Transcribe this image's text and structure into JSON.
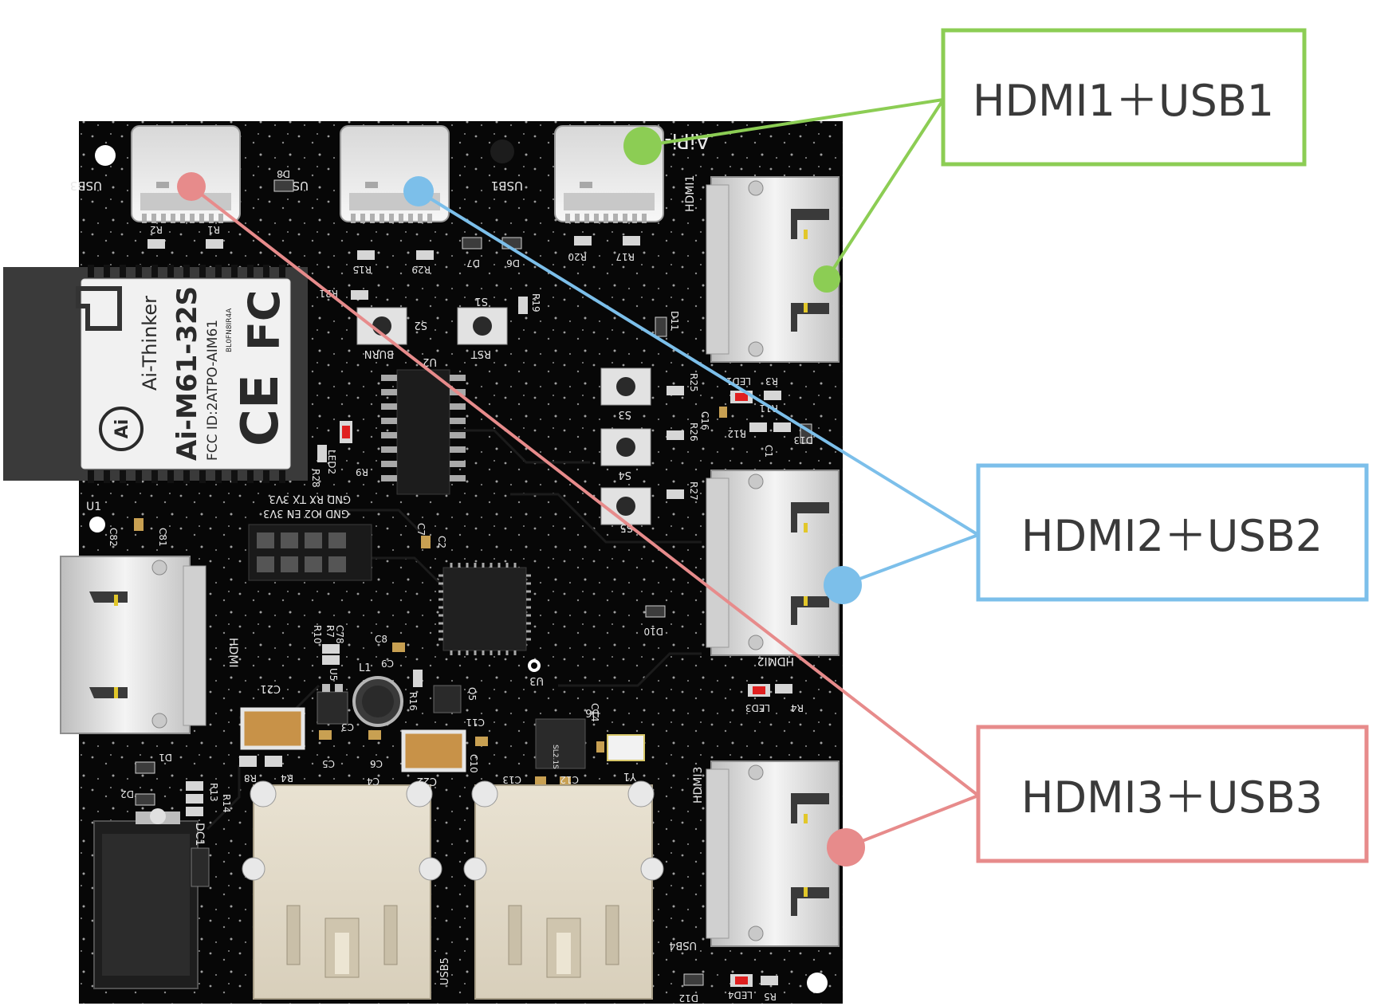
{
  "callouts": [
    {
      "label": "HDMI1＋USB1",
      "color": "#8ccd54"
    },
    {
      "label": "HDMI2＋USB2",
      "color": "#7cbfea"
    },
    {
      "label": "HDMI3＋USB3",
      "color": "#e78b8b"
    }
  ],
  "board": {
    "title": "AiPi-KVM",
    "module": {
      "brand": "Ai-Thinker",
      "model": "Ai-M61-32S",
      "fcc": "FCC ID:2ATPO-AIM61",
      "code": "BL0FN8IR4A",
      "logo": "Ai",
      "ce": "CE",
      "fc": "FC"
    },
    "ports": {
      "usb1": "USB1",
      "usb2": "USB2",
      "usb3": "USB3",
      "usb4": "USB4",
      "usb5": "USB5",
      "hdmi1": "HDMI1",
      "hdmi2": "HDMI2",
      "hdmi3": "HDMI3",
      "hdmi_in": "HDMI",
      "dc": "DC1"
    },
    "buttons": {
      "burn": "BURN",
      "rst": "RST",
      "s1": "S1",
      "s2": "S2",
      "s3": "S3",
      "s4": "S4",
      "s5": "S5"
    },
    "header": {
      "row1": "GND  RX  TX  3V3",
      "row2": "GND IO2  EN  3V3"
    },
    "components": {
      "r1": "R1",
      "r2": "R2",
      "r3": "R3",
      "r4": "R4",
      "r5": "R5",
      "r7": "R7",
      "r8": "R8",
      "r9": "R9",
      "r10": "R10",
      "r11": "R11",
      "r12": "R12",
      "r13": "R13",
      "r14": "R14",
      "r15": "R15",
      "r16": "R16",
      "r17": "R17",
      "r19": "R19",
      "r20": "R20",
      "r21": "R21",
      "r25": "R25",
      "r26": "R26",
      "r27": "R27",
      "r28": "R28",
      "r29": "R29",
      "d1": "D1",
      "d2": "D2",
      "d6": "D6",
      "d7": "D7",
      "d8": "D8",
      "d10": "D10",
      "d11": "D11",
      "d12": "D12",
      "d13": "D13",
      "led1": "LED1",
      "led2": "LED2",
      "led3": "LED3",
      "led4": "LED4",
      "c1": "C1",
      "c2": "C2",
      "c3": "C3",
      "c4": "C4",
      "c5": "C5",
      "c6": "C6",
      "c7": "C7",
      "c8": "C8",
      "c9": "C9",
      "c10": "C10",
      "c11": "C11",
      "c12": "C12",
      "c13": "C13",
      "c14": "C14",
      "c16": "C16",
      "c21": "C21",
      "c22": "C22",
      "c78": "C78",
      "c81": "C81",
      "c82": "C82",
      "u1": "U1",
      "u2": "U2",
      "u3": "U3",
      "u5": "U5",
      "u6": "U6",
      "l1": "L1",
      "q5": "Q5",
      "y1": "Y1",
      "chip_u6": "SL2.1S"
    }
  }
}
